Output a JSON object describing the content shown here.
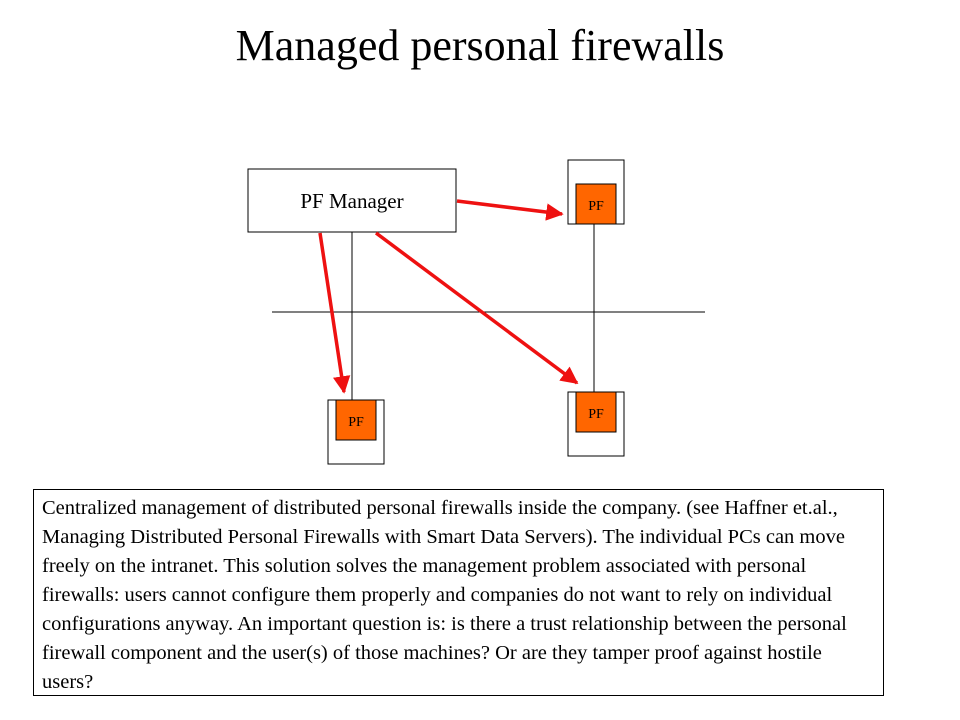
{
  "slide": {
    "title": "Managed personal firewalls",
    "caption": "Centralized management of distributed personal firewalls inside the company. (see Haffner et.al., Managing Distributed Personal Firewalls with Smart Data Servers). The individual PCs can move freely on the intranet. This solution solves the management problem associated with personal firewalls: users cannot configure them properly and companies do not want to rely on individual configurations anyway. An important question is: is there a trust relationship between the personal firewall component and the user(s) of those machines? Or are they tamper proof against hostile users?"
  },
  "diagram": {
    "manager_label": "PF Manager",
    "firewalls": [
      {
        "label": "PF"
      },
      {
        "label": "PF"
      },
      {
        "label": "PF"
      }
    ]
  },
  "colors": {
    "arrow": "#ee1111",
    "pf_fill": "#ff6600",
    "line": "#000000"
  }
}
